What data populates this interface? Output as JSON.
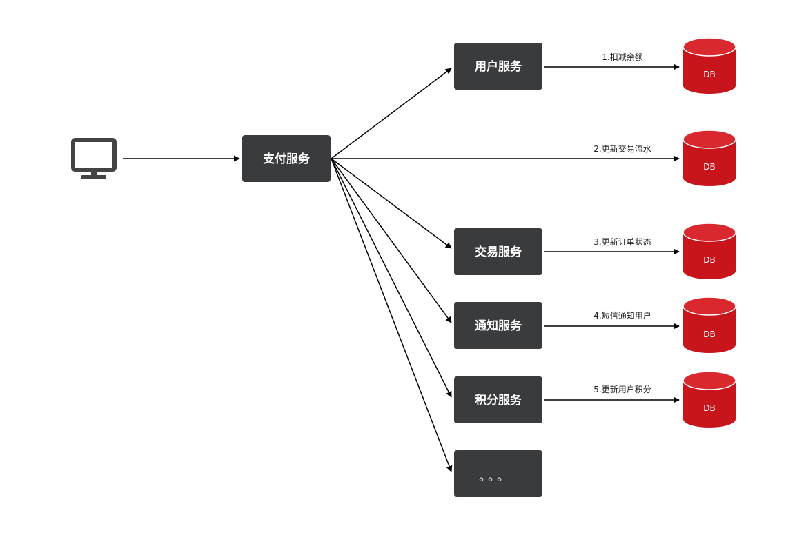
{
  "colors": {
    "box": "#3a3b3d",
    "db": "#c8141b",
    "db_top": "#d9282e",
    "arrow": "#000000",
    "client_icon": "#444444"
  },
  "client": {
    "icon": "monitor-icon"
  },
  "nodes": {
    "pay": "支付服务",
    "user": "用户服务",
    "trade": "交易服务",
    "notify": "通知服务",
    "points": "积分服务",
    "more": "。。。"
  },
  "edges": {
    "e1": "1.扣减余额",
    "e2": "2.更新交易流水",
    "e3": "3.更新订单状态",
    "e4": "4.短信通知用户",
    "e5": "5.更新用户积分"
  },
  "db_label": "DB"
}
